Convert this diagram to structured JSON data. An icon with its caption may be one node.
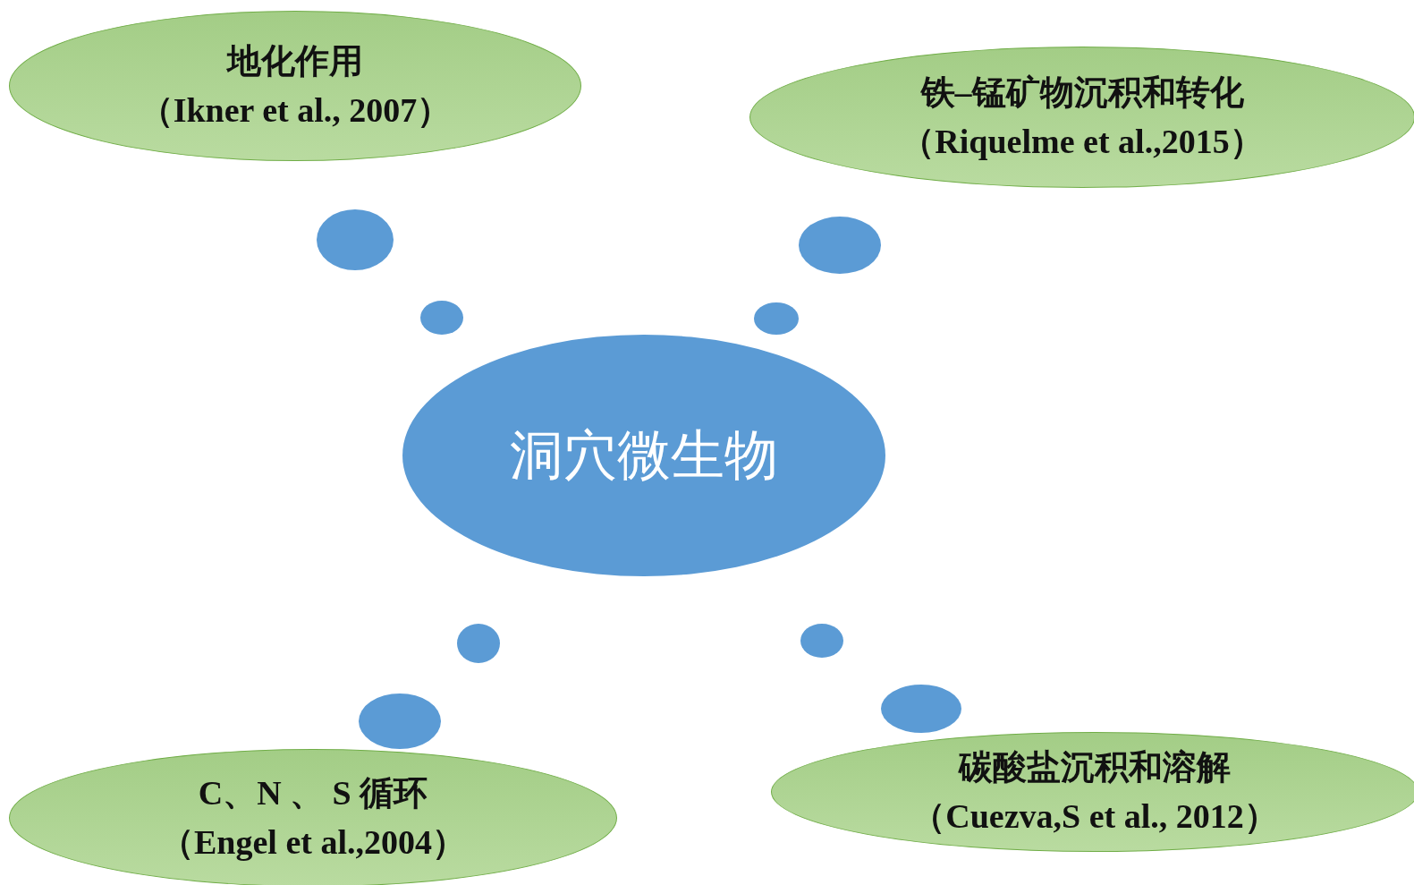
{
  "diagram": {
    "nodes": [
      {
        "text": [
          "地化作用",
          "（Ikner et al., 2007）"
        ]
      },
      {
        "text": [
          "铁–锰矿物沉积和转化",
          "（Riquelme et al.,2015）"
        ]
      },
      {
        "text": [],
        "shape": "circle"
      },
      {
        "text": [],
        "shape": "circle"
      },
      {
        "text": [],
        "shape": "circle"
      },
      {
        "text": [],
        "shape": "circle"
      },
      {
        "text": [
          "洞穴微生物"
        ]
      },
      {
        "text": [],
        "shape": "circle"
      },
      {
        "text": [],
        "shape": "circle"
      },
      {
        "text": [],
        "shape": "circle"
      },
      {
        "text": [],
        "shape": "circle"
      },
      {
        "text": [
          "C、N 、 S 循环",
          "（Engel et al.,2004）"
        ]
      },
      {
        "text": [
          "碳酸盐沉积和溶解",
          "（Cuezva,S et al., 2012）"
        ]
      }
    ]
  }
}
